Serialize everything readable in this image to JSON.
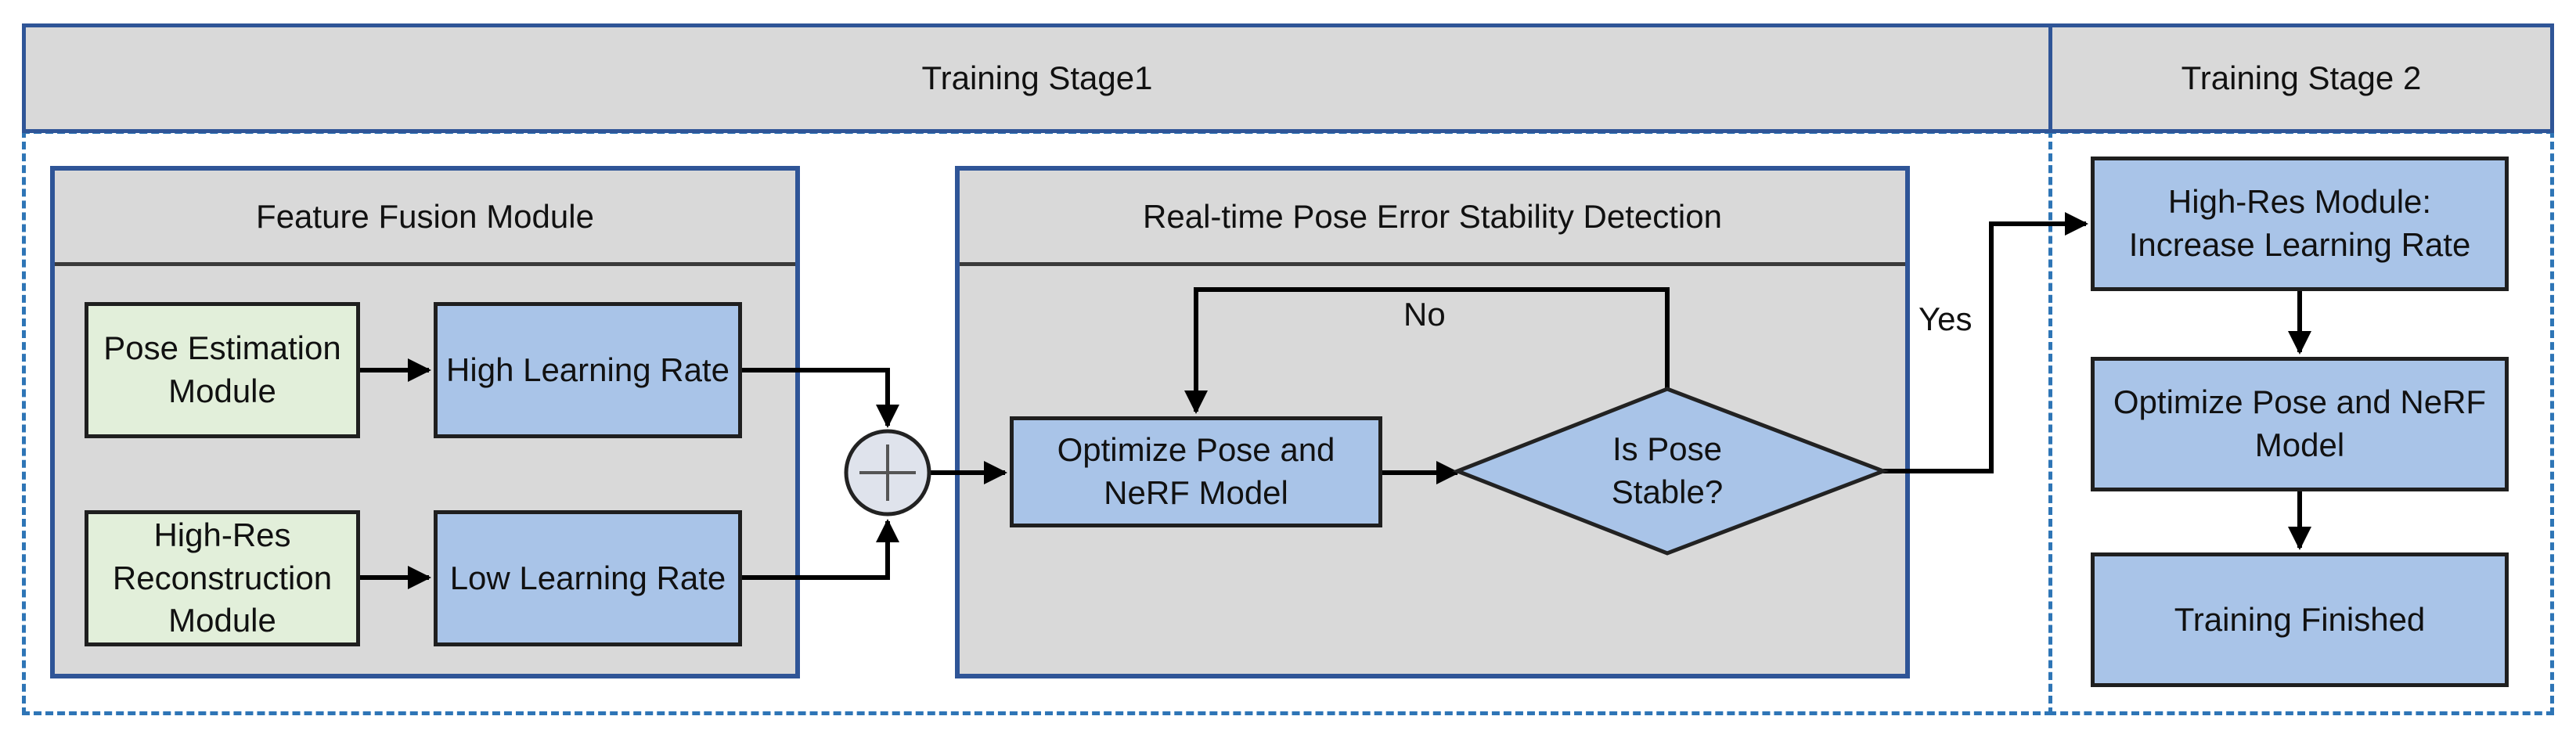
{
  "stage1": {
    "title": "Training Stage1",
    "feature_fusion": {
      "title": "Feature Fusion Module",
      "pose_estimation": "Pose Estimation Module",
      "high_learning_rate": "High Learning Rate",
      "high_res_reconstruction": "High-Res Reconstruction Module",
      "low_learning_rate": "Low Learning Rate"
    },
    "stability_detection": {
      "title": "Real-time Pose Error Stability Detection",
      "optimize": "Optimize Pose and NeRF Model",
      "decision": "Is Pose Stable?",
      "no_label": "No"
    },
    "yes_label": "Yes"
  },
  "stage2": {
    "title": "Training Stage 2",
    "increase_lr": "High-Res Module: Increase Learning Rate",
    "optimize": "Optimize Pose and NeRF Model",
    "finished": "Training Finished"
  },
  "colors": {
    "panel_border": "#2f5597",
    "dashed_border": "#2e75b6",
    "header_fill": "#d9d9d9",
    "green_fill": "#e2efda",
    "blue_fill": "#a9c4e8"
  }
}
